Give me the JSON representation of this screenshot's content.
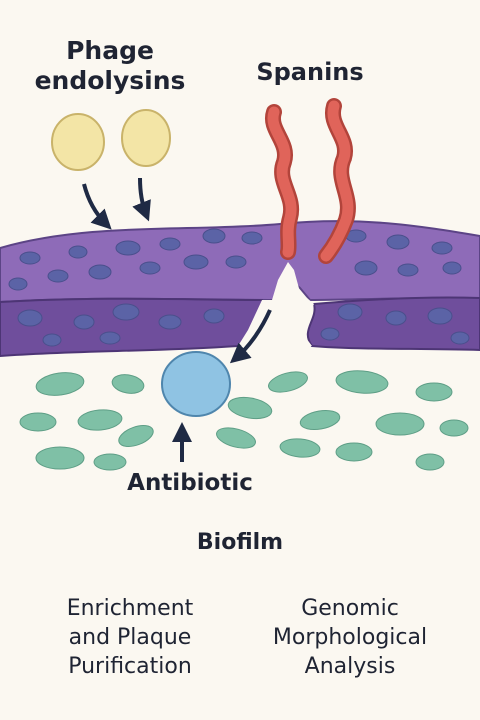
{
  "labels": {
    "phage_endolysins": "Phage\nendolysins",
    "spanins": "Spanins",
    "antibiotic": "Antibiotic",
    "biofilm": "Biofilm",
    "enrichment": "Enrichment\nand Plaque\nPurification",
    "genomic": "Genomic\nMorphological\nAnalysis"
  },
  "colors": {
    "background": "#fbf8f1",
    "outer_membrane": "#8e6bb8",
    "inner_membrane": "#6f4e9c",
    "membrane_dots": "#5b63a6",
    "endolysin": "#f3e5a6",
    "spanin": "#e0645a",
    "antibiotic": "#8fc3e3",
    "biofilm_cells": "#7fc0a6",
    "arrow": "#1f2a44"
  },
  "icons": [
    "endolysin-particle-icon",
    "spanin-protein-icon",
    "antibiotic-molecule-icon",
    "biofilm-cell-icon",
    "arrow-icon"
  ]
}
